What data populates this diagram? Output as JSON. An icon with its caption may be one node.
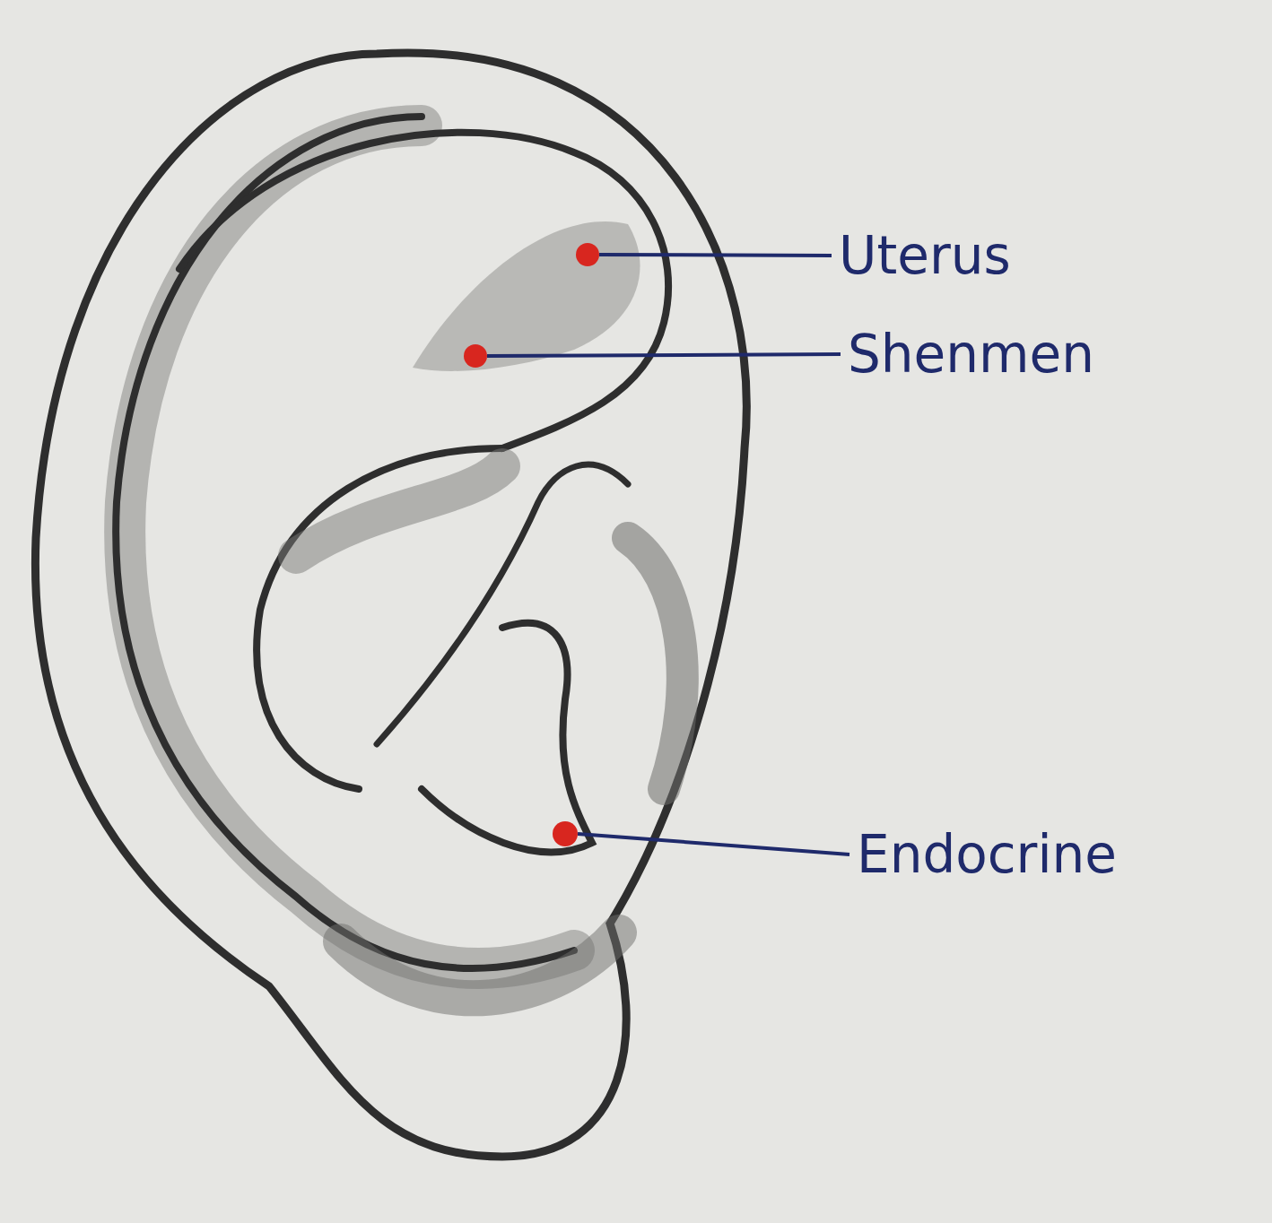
{
  "diagram": {
    "nodes": [
      {
        "text": [
          "Uterus"
        ]
      },
      {
        "text": [
          "Shenmen"
        ]
      },
      {
        "text": [
          "Endocrine"
        ]
      },
      {
        "text": [],
        "shape": "circle"
      },
      {
        "text": [],
        "shape": "circle"
      },
      {
        "text": [],
        "shape": "circle"
      }
    ],
    "edges": [
      {
        "from": 0,
        "to": 3,
        "arrow": "none"
      },
      {
        "from": 1,
        "to": 4,
        "arrow": "none"
      },
      {
        "from": 2,
        "to": 5,
        "arrow": "none"
      }
    ]
  }
}
